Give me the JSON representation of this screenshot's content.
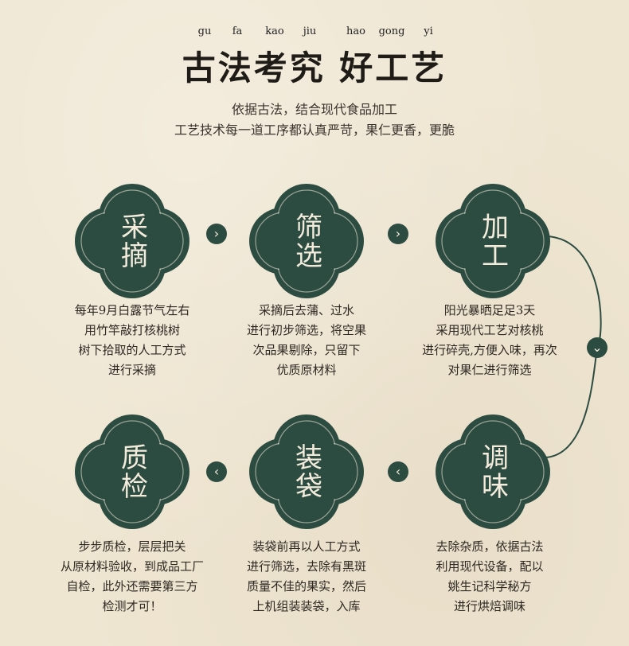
{
  "colors": {
    "background": "#efe6d2",
    "badge": "#2d4c41",
    "badge_ring": "#f3ecdc",
    "text": "#2d2822"
  },
  "header": {
    "pinyin": [
      "gu",
      "fa",
      "kao",
      "jiu",
      "hao",
      "gong",
      "yi"
    ],
    "title": "古法考究 好工艺",
    "subtitle_line1": "依据古法，结合现代食品加工",
    "subtitle_line2": "工艺技术每一道工序都认真严苛，果仁更香，更脆"
  },
  "steps": [
    {
      "title": "采摘",
      "lines": [
        "每年9月白露节气左右",
        "用竹竿敲打核桃树",
        "树下拾取的人工方式",
        "进行采摘"
      ]
    },
    {
      "title": "筛选",
      "lines": [
        "采摘后去蒲、过水",
        "进行初步筛选，将空果",
        "次品果剔除，只留下",
        "优质原材料"
      ]
    },
    {
      "title": "加工",
      "lines": [
        "阳光暴晒足足3天",
        "采用现代工艺对核桃",
        "进行碎壳,方便入味，再次",
        "对果仁进行筛选"
      ]
    },
    {
      "title": "调味",
      "lines": [
        "去除杂质，依据古法",
        "利用现代设备，配以",
        "姚生记科学秘方",
        "进行烘焙调味"
      ]
    },
    {
      "title": "装袋",
      "lines": [
        "装袋前再以人工方式",
        "进行筛选，去除有黑斑",
        "质量不佳的果实，然后",
        "上机组装装袋，入库"
      ]
    },
    {
      "title": "质检",
      "lines": [
        "步步质检，层层把关",
        "从原材料验收，到成品工厂",
        "自检，此外还需要第三方",
        "检测才可！"
      ]
    }
  ],
  "arrows": {
    "right": "›",
    "left": "‹",
    "down": "⌄"
  }
}
